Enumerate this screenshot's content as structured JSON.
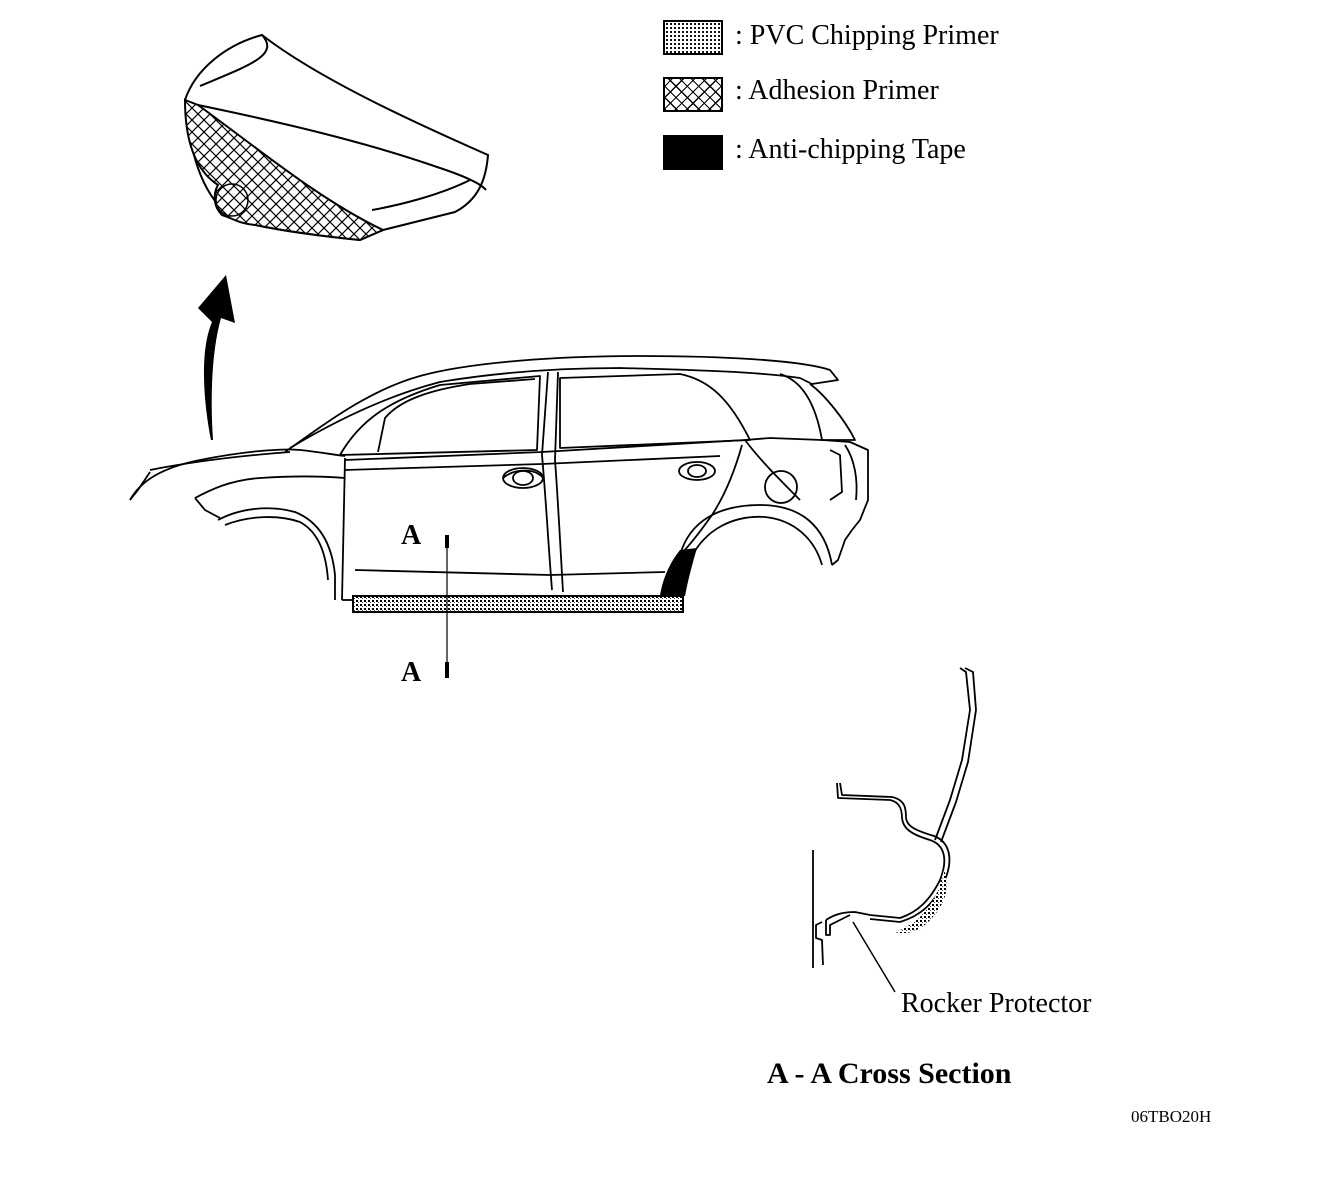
{
  "legend": {
    "items": [
      {
        "key": "pvc",
        "label": ":  PVC Chipping Primer"
      },
      {
        "key": "adhesion",
        "label": ":  Adhesion Primer"
      },
      {
        "key": "tape",
        "label": ":  Anti-chipping Tape"
      }
    ]
  },
  "section_marks": {
    "top": "A",
    "bottom": "A"
  },
  "callouts": {
    "rocker_protector": "Rocker Protector"
  },
  "cross_section_title": "A - A Cross Section",
  "figure_code": "06TBO20H",
  "colors": {
    "ink": "#000000",
    "paper": "#ffffff",
    "pattern_fill": "#8a8a8a"
  }
}
